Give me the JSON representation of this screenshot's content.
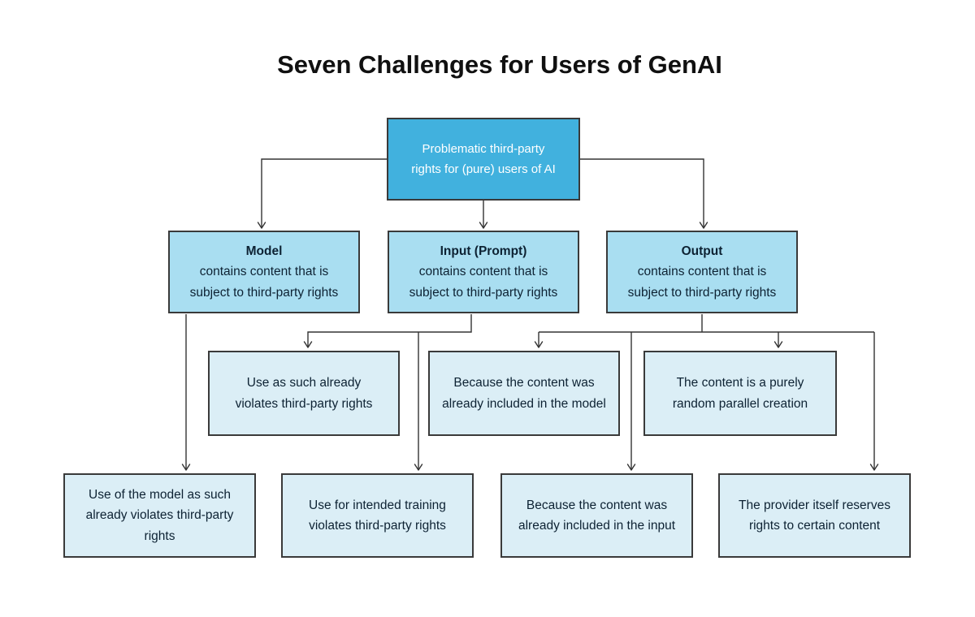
{
  "title": "Seven Challenges for Users of GenAI",
  "colors": {
    "background": "#ffffff",
    "root_fill": "#41b1de",
    "root_text": "#ffffff",
    "branch_fill": "#a9def1",
    "leaf_fill": "#dbeef6",
    "box_border": "#3a3a3a",
    "connector_line": "#333333",
    "dark_text": "#0d2233",
    "title_text": "#101010"
  },
  "nodes": {
    "root": {
      "lines": [
        "Problematic third-party",
        "rights for (pure) users of AI"
      ]
    },
    "model": {
      "heading": "Model",
      "lines": [
        "contains content that is",
        "subject to third-party rights"
      ]
    },
    "input": {
      "heading": "Input (Prompt)",
      "lines": [
        "contains content that is",
        "subject to third-party rights"
      ]
    },
    "output": {
      "heading": "Output",
      "lines": [
        "contains content that is",
        "subject to third-party rights"
      ]
    },
    "use_as_such": {
      "lines": [
        "Use as such already",
        "violates third-party rights"
      ]
    },
    "included_in_model": {
      "lines": [
        "Because the content was",
        "already included in the model"
      ]
    },
    "random_creation": {
      "lines": [
        "The content is a purely",
        "random parallel creation"
      ]
    },
    "use_of_model": {
      "lines": [
        "Use of the model as such",
        "already violates third-party",
        "rights"
      ]
    },
    "intended_training": {
      "lines": [
        "Use for intended training",
        "violates third-party rights"
      ]
    },
    "included_in_input": {
      "lines": [
        "Because the content was",
        "already included in the input"
      ]
    },
    "provider_reserves": {
      "lines": [
        "The provider itself reserves",
        "rights to certain content"
      ]
    }
  }
}
